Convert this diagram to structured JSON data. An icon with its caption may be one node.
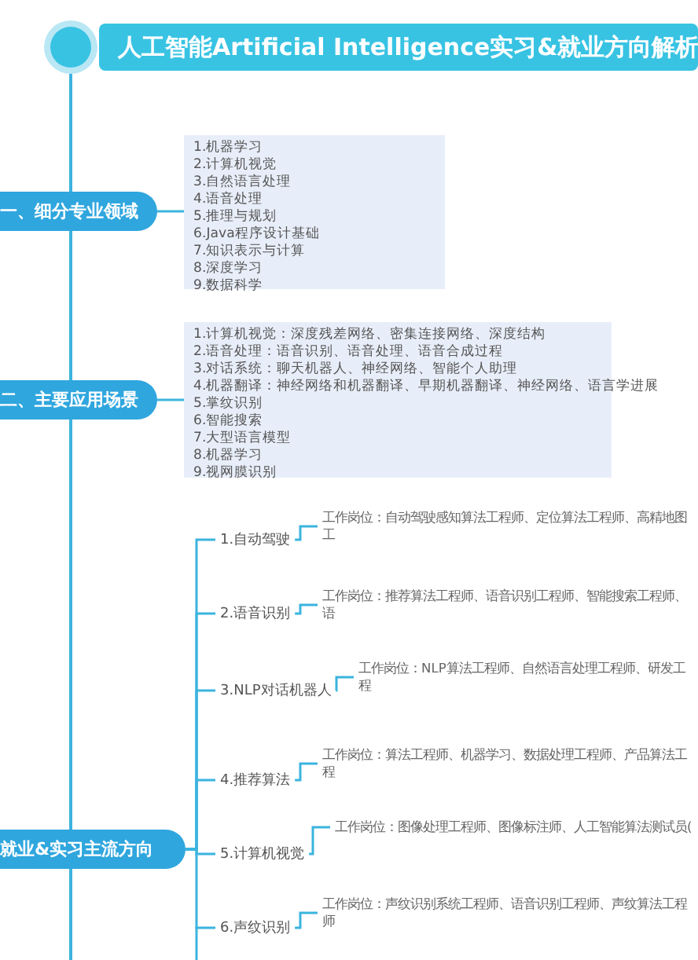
{
  "diagram": {
    "nodes": [
      {
        "text": [
          "人工智能Artificial Intelligence实习&就业方向解析"
        ]
      },
      {
        "text": [
          "一、细分专业领域"
        ]
      },
      {
        "text": [
          "1.机器学习",
          "2.计算机视觉",
          "3.自然语言处理",
          "4.语音处理",
          "5.推理与规划",
          "6.Java程序设计基础",
          "7.知识表示与计算",
          "8.深度学习",
          "9.数据科学"
        ]
      },
      {
        "text": [
          "二、主要应用场景"
        ]
      },
      {
        "text": [
          "1.计算机视觉：深度残差网络、密集连接网络、深度结构",
          "2.语音处理：语音识别、语音处理、语音合成过程",
          "3.对话系统：聊天机器人、神经网络、智能个人助理",
          "4.机器翻译：神经网络和机器翻译、早期机器翻译、神经网络、语言学进展",
          "5.掌纹识别",
          "6.智能搜索",
          "7.大型语言模型",
          "8.机器学习",
          "9.视网膜识别"
        ]
      },
      {
        "text": [
          "就业&实习主流方向"
        ]
      },
      {
        "text": [
          "1.自动驾驶"
        ]
      },
      {
        "text": [
          "2.语音识别"
        ]
      },
      {
        "text": [
          "3.NLP对话机器人"
        ]
      },
      {
        "text": [
          "4.推荐算法"
        ]
      },
      {
        "text": [
          "5.计算机视觉"
        ]
      },
      {
        "text": [
          "6.声纹识别"
        ]
      },
      {
        "text": [
          "工作岗位：自动驾驶感知算法工程师、定位算法工程师、高精地图工"
        ]
      },
      {
        "text": [
          "工作岗位：推荐算法工程师、语音识别工程师、智能搜索工程师、语"
        ]
      },
      {
        "text": [
          "工作岗位：NLP算法工程师、自然语言处理工程师、研发工程"
        ]
      },
      {
        "text": [
          "工作岗位：算法工程师、机器学习、数据处理工程师、产品算法工程"
        ]
      },
      {
        "text": [
          "工作岗位：图像处理工程师、图像标注师、人工智能算法测试员("
        ]
      },
      {
        "text": [
          "工作岗位：声纹识别系统工程师、语音识别工程师、声纹算法工程师"
        ]
      }
    ],
    "edges": [
      {
        "from": 0,
        "to": 1,
        "arrow": "none"
      },
      {
        "from": 1,
        "to": 3,
        "arrow": "none"
      },
      {
        "from": 3,
        "to": 5,
        "arrow": "none"
      },
      {
        "from": 1,
        "to": 2,
        "arrow": "none"
      },
      {
        "from": 3,
        "to": 4,
        "arrow": "none"
      },
      {
        "from": 5,
        "to": 6,
        "arrow": "none"
      },
      {
        "from": 5,
        "to": 7,
        "arrow": "none"
      },
      {
        "from": 5,
        "to": 8,
        "arrow": "none"
      },
      {
        "from": 5,
        "to": 9,
        "arrow": "none"
      },
      {
        "from": 5,
        "to": 10,
        "arrow": "none"
      },
      {
        "from": 5,
        "to": 11,
        "arrow": "none"
      },
      {
        "from": 6,
        "to": 12,
        "arrow": "none"
      },
      {
        "from": 7,
        "to": 13,
        "arrow": "none"
      },
      {
        "from": 8,
        "to": 14,
        "arrow": "none"
      },
      {
        "from": 9,
        "to": 15,
        "arrow": "none"
      },
      {
        "from": 10,
        "to": 16,
        "arrow": "none"
      },
      {
        "from": 11,
        "to": 17,
        "arrow": "none"
      }
    ]
  }
}
